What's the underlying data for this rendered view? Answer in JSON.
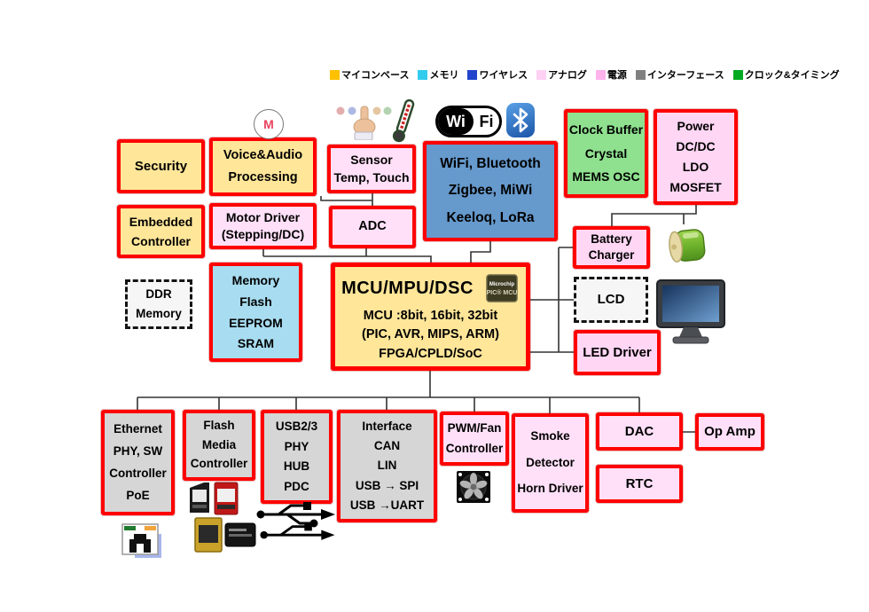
{
  "legend": {
    "items": [
      {
        "label": "マイコンベース",
        "color": "#FFC000"
      },
      {
        "label": "メモリ",
        "color": "#33CCEE"
      },
      {
        "label": "ワイヤレス",
        "color": "#2244CC"
      },
      {
        "label": "アナログ",
        "color": "#FFD1F4"
      },
      {
        "label": "電源",
        "color": "#FFB3EC"
      },
      {
        "label": "インターフェース",
        "color": "#808080"
      },
      {
        "label": "クロック&タイミング",
        "color": "#00AA22"
      }
    ]
  },
  "colors": {
    "border_red": "#FF0000",
    "mcu_base": "#FFE699",
    "memory": "#A8DCF0",
    "wireless": "#6699CC",
    "analog": "#FFE0F8",
    "power": "#FFD6F4",
    "interface_gray": "#D6D6D6",
    "clock_green": "#8FE08F",
    "dashed_fill": "#F6F6F6"
  },
  "icons": {
    "motor_label": "M",
    "wifi_left": "Wi",
    "wifi_right": "Fi",
    "chip_brand": "Microchip",
    "chip_label": "PIC® MCU"
  },
  "boxes": {
    "security": {
      "lines": [
        "Security"
      ]
    },
    "voice_audio": {
      "lines": [
        "Voice&Audio",
        "Processing"
      ]
    },
    "sensor": {
      "lines": [
        "Sensor",
        "Temp, Touch"
      ]
    },
    "wifi": {
      "lines": [
        "WiFi, Bluetooth",
        "Zigbee, MiWi",
        "Keeloq, LoRa"
      ]
    },
    "clock_buffer": {
      "lines": [
        "Clock Buffer",
        "Crystal",
        "MEMS OSC"
      ]
    },
    "power": {
      "lines": [
        "Power",
        "DC/DC",
        "LDO",
        "MOSFET"
      ]
    },
    "embedded": {
      "lines": [
        "Embedded",
        "Controller"
      ]
    },
    "motor_driver": {
      "lines": [
        "Motor Driver",
        "(Stepping/DC)"
      ]
    },
    "adc": {
      "lines": [
        "ADC"
      ]
    },
    "battery_charger": {
      "lines": [
        "Battery",
        "Charger"
      ]
    },
    "ddr": {
      "lines": [
        "DDR",
        "Memory"
      ]
    },
    "memory": {
      "lines": [
        "Memory",
        "Flash",
        "EEPROM",
        "SRAM"
      ]
    },
    "mcu": {
      "title": "MCU/MPU/DSC",
      "lines": [
        "MCU :8bit, 16bit, 32bit",
        "(PIC, AVR, MIPS, ARM)",
        "FPGA/CPLD/SoC"
      ]
    },
    "lcd": {
      "lines": [
        "LCD"
      ]
    },
    "led_driver": {
      "lines": [
        "LED Driver"
      ]
    },
    "ethernet": {
      "lines": [
        "Ethernet",
        "PHY, SW",
        "Controller",
        "PoE"
      ]
    },
    "flash_media": {
      "lines": [
        "Flash",
        "Media",
        "Controller"
      ]
    },
    "usb23": {
      "lines": [
        "USB2/3",
        "PHY",
        "HUB",
        "PDC"
      ]
    },
    "interface": {
      "lines": [
        "Interface",
        "CAN",
        "LIN",
        "USB → SPI",
        "USB →UART"
      ]
    },
    "pwm_fan": {
      "lines": [
        "PWM/Fan",
        "Controller"
      ]
    },
    "smoke": {
      "lines": [
        "Smoke",
        "Detector",
        "Horn Driver"
      ]
    },
    "dac": {
      "lines": [
        "DAC"
      ]
    },
    "op_amp": {
      "lines": [
        "Op Amp"
      ]
    },
    "rtc": {
      "lines": [
        "RTC"
      ]
    }
  }
}
